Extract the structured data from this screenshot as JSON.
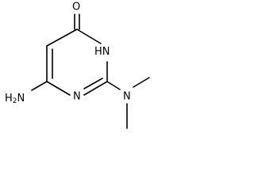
{
  "molecule": {
    "atoms": {
      "O1": {
        "symbol": "O"
      },
      "N3": {
        "symbol": "N",
        "h": "H"
      },
      "N1": {
        "symbol": "N"
      },
      "N_amino": {
        "symbol": "N",
        "h": "H",
        "h_count": "2"
      },
      "N_dimethyl": {
        "symbol": "N"
      }
    }
  }
}
